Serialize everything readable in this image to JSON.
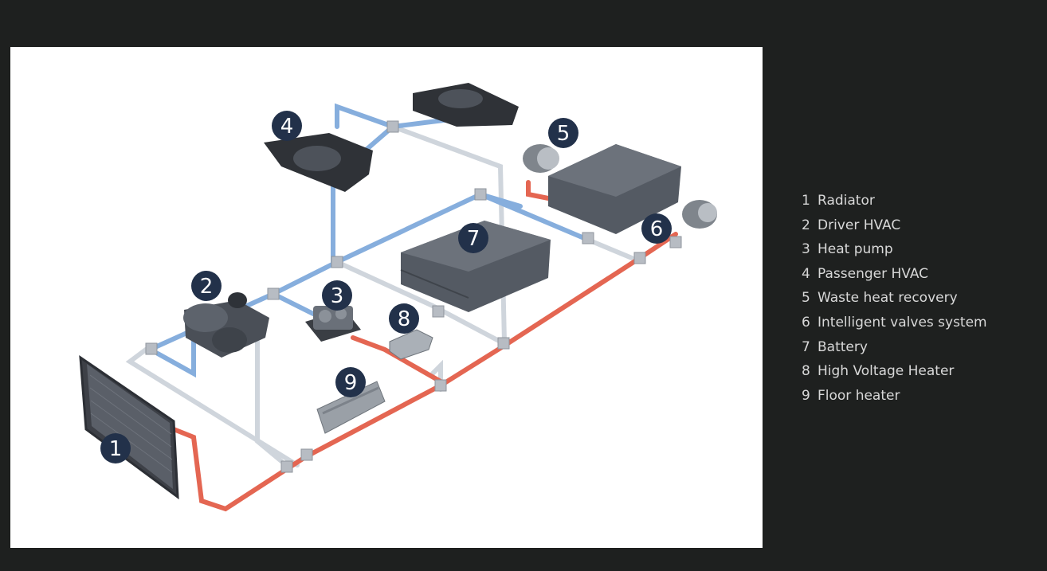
{
  "legend": [
    {
      "num": "1",
      "label": "Radiator"
    },
    {
      "num": "2",
      "label": "Driver HVAC"
    },
    {
      "num": "3",
      "label": "Heat pump"
    },
    {
      "num": "4",
      "label": "Passenger HVAC"
    },
    {
      "num": "5",
      "label": "Waste heat recovery"
    },
    {
      "num": "6",
      "label": "Intelligent valves system"
    },
    {
      "num": "7",
      "label": "Battery"
    },
    {
      "num": "8",
      "label": "High Voltage Heater"
    },
    {
      "num": "9",
      "label": "Floor heater"
    }
  ],
  "colors": {
    "background": "#1e201f",
    "panel": "#ffffff",
    "marker": "#22314a",
    "hot_pipe": "#e2604a",
    "cold_pipe": "#6f9fd6",
    "neutral_pipe": "#c9cfd6",
    "component": "#4a4f57"
  }
}
